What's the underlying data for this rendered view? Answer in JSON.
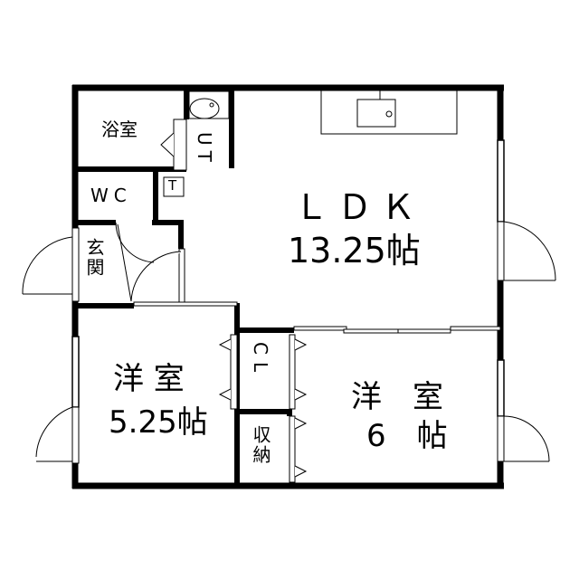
{
  "rooms": {
    "bath": "浴室",
    "utility": "UT",
    "toilet_mark": "T",
    "wc": "WC",
    "entrance": "玄関",
    "ldk_name": "ＬＤＫ",
    "ldk_size": "13.25帖",
    "western1_name": "洋 室",
    "western1_size": "5.25帖",
    "closet": "CL",
    "storage": "収納",
    "western2_name": "洋　室",
    "western2_size": "6　帖"
  }
}
